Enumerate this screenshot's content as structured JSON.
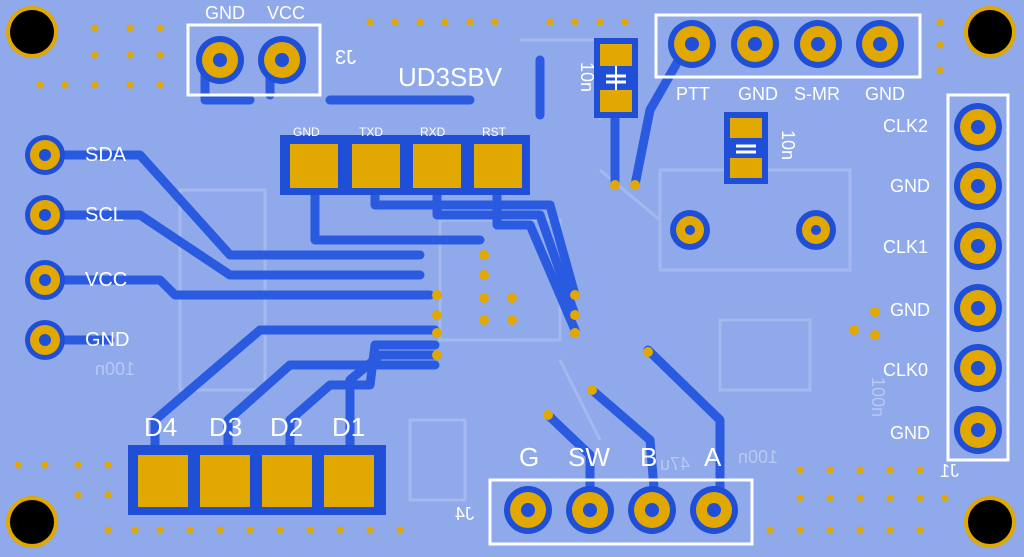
{
  "board": {
    "title": "UD3SBV",
    "colors": {
      "board": "#8fa9ea",
      "copper": "#1f4fd6",
      "trace": "#2a5ae0",
      "pad": "#e0a800",
      "silk": "#ffffff",
      "hole": "#000000"
    }
  },
  "j3": {
    "ref": "J3",
    "pins": [
      "GND",
      "VCC"
    ]
  },
  "j2": {
    "pins": [
      "PTT",
      "GND",
      "S-MR",
      "GND"
    ]
  },
  "j1": {
    "ref": "J1",
    "pins": [
      "CLK2",
      "GND",
      "CLK1",
      "GND",
      "CLK0",
      "GND"
    ]
  },
  "j4": {
    "ref": "J4",
    "pins": [
      "G",
      "SW",
      "B",
      "A"
    ]
  },
  "i2c": {
    "pins": [
      "SDA",
      "SCL",
      "VCC",
      "GND"
    ]
  },
  "debug": {
    "pins": [
      "GND",
      "TXD",
      "RXD",
      "RST"
    ]
  },
  "leds": {
    "pins": [
      "D4",
      "D3",
      "D2",
      "D1"
    ]
  },
  "caps": {
    "c1": "10n",
    "c2": "10n"
  },
  "faint_labels": {
    "bottom_cap": "100n",
    "mid_cap": "100n",
    "right_cap": "100n",
    "inductor": "47u"
  }
}
